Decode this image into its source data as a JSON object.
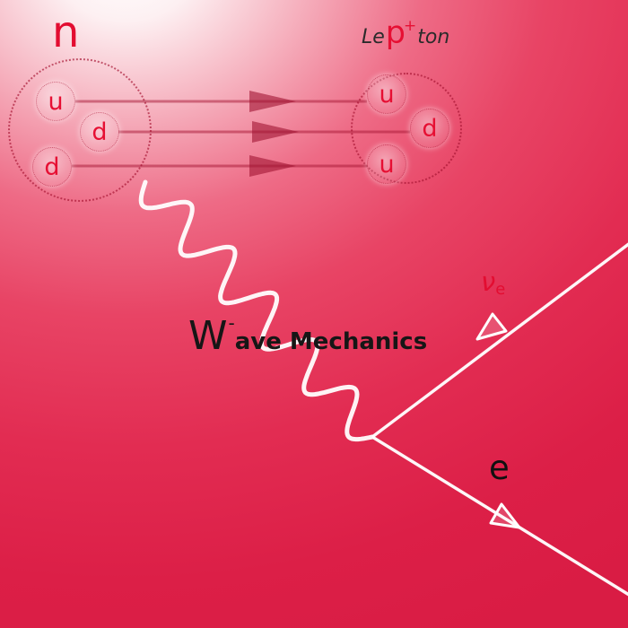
{
  "neutron": {
    "label": "n",
    "quarks": [
      "u",
      "d",
      "d"
    ]
  },
  "proton": {
    "label_pre": "Le",
    "label_p": "p",
    "label_sup": "+",
    "label_post": "ton",
    "quarks": [
      "u",
      "d",
      "u"
    ]
  },
  "boson": {
    "w": "W",
    "sup": "-",
    "rest": "ave Mechanics"
  },
  "leptons": {
    "neutrino": "ν",
    "neutrino_sub": "e",
    "electron": "e"
  },
  "colors": {
    "background_deep_red": "#d91c44",
    "accent_red": "#e60f33",
    "text_dark": "#161616",
    "diagram_white": "#ffffff",
    "quark_line_red": "rgba(165,22,52,0.5)"
  }
}
